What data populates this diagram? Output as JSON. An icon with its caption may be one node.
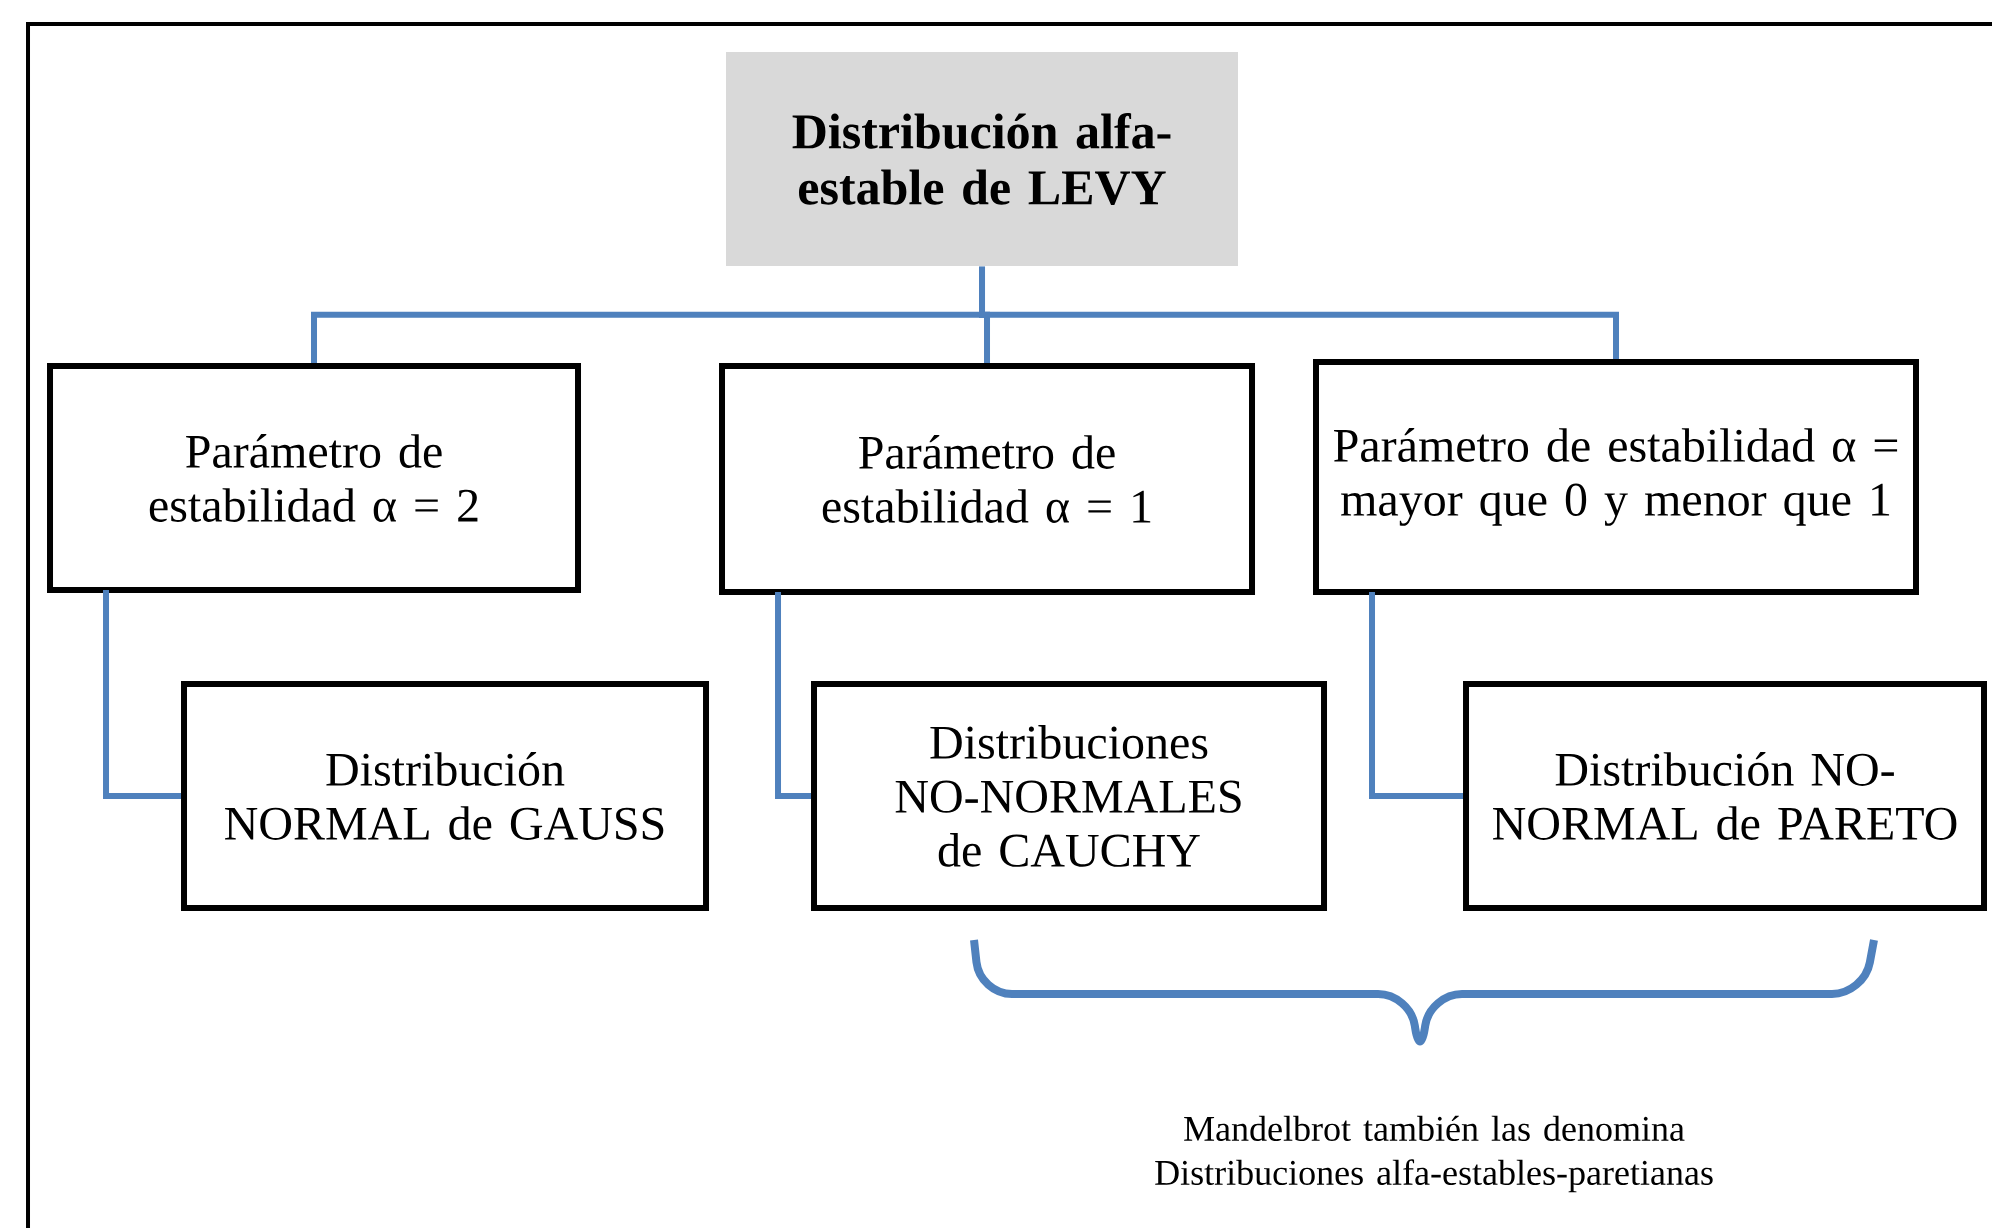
{
  "diagram": {
    "nodes": [
      {
        "text": [
          "Distribución alfa-estable de LEVY"
        ]
      },
      {
        "text": [
          "Parámetro de estabilidad α = 2"
        ]
      },
      {
        "text": [
          "Parámetro de estabilidad α = 1"
        ]
      },
      {
        "text": [
          "Parámetro de estabilidad α = mayor que 0 y menor que 1"
        ]
      },
      {
        "text": [
          "Distribución NORMAL de GAUSS"
        ]
      },
      {
        "text": [
          "Distribuciones NO-NORMALES de CAUCHY"
        ]
      },
      {
        "text": [
          "Distribución NO-NORMAL de PARETO"
        ]
      }
    ],
    "edges": [
      {
        "from": 0,
        "to": 1,
        "arrow": "none"
      },
      {
        "from": 0,
        "to": 2,
        "arrow": "none"
      },
      {
        "from": 0,
        "to": 3,
        "arrow": "none"
      },
      {
        "from": 1,
        "to": 4,
        "arrow": "none"
      },
      {
        "from": 2,
        "to": 5,
        "arrow": "none"
      },
      {
        "from": 3,
        "to": 6,
        "arrow": "none"
      }
    ],
    "labels": [
      "Mandelbrot también las denomina Distribuciones alfa-estables-paretianas"
    ]
  }
}
